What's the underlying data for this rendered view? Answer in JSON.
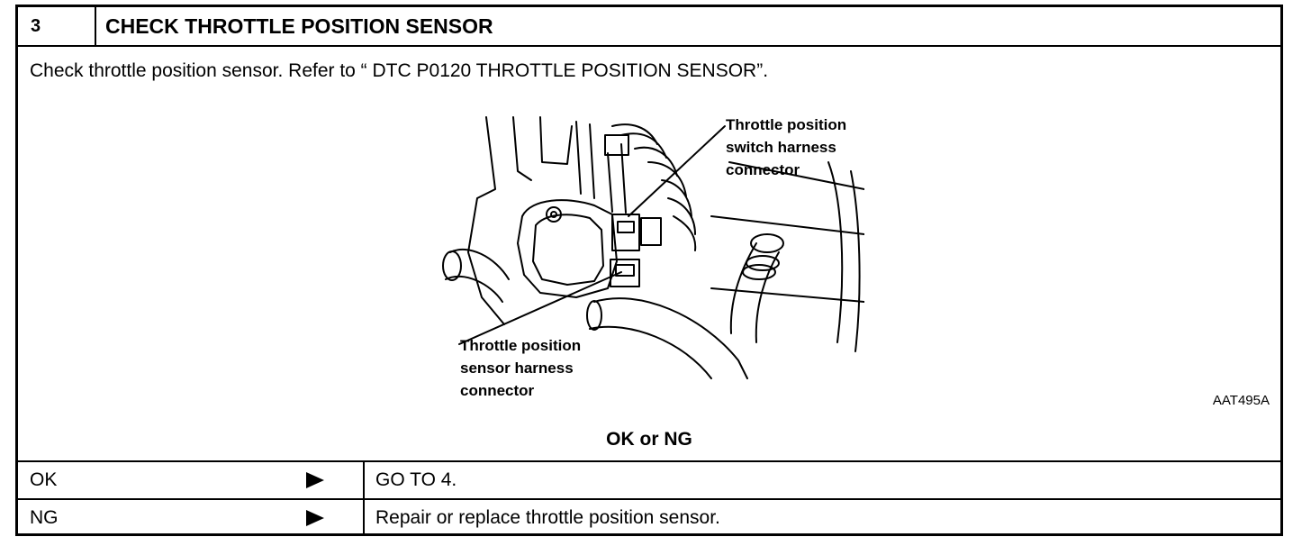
{
  "step": {
    "number": "3",
    "title": "CHECK THROTTLE POSITION SENSOR"
  },
  "instruction": "Check throttle position sensor. Refer to “ DTC P0120 THROTTLE POSITION SENSOR”.",
  "figure": {
    "callout_top": [
      "Throttle position",
      "switch harness",
      "connector"
    ],
    "callout_bottom": [
      "Throttle position",
      "sensor harness",
      "connector"
    ],
    "code": "AAT495A"
  },
  "result_question": "OK or NG",
  "results": [
    {
      "label": "OK",
      "action": "GO TO 4."
    },
    {
      "label": "NG",
      "action": "Repair or replace throttle position sensor."
    }
  ],
  "icons": {
    "arrow": "right-triangle-arrow-icon"
  }
}
